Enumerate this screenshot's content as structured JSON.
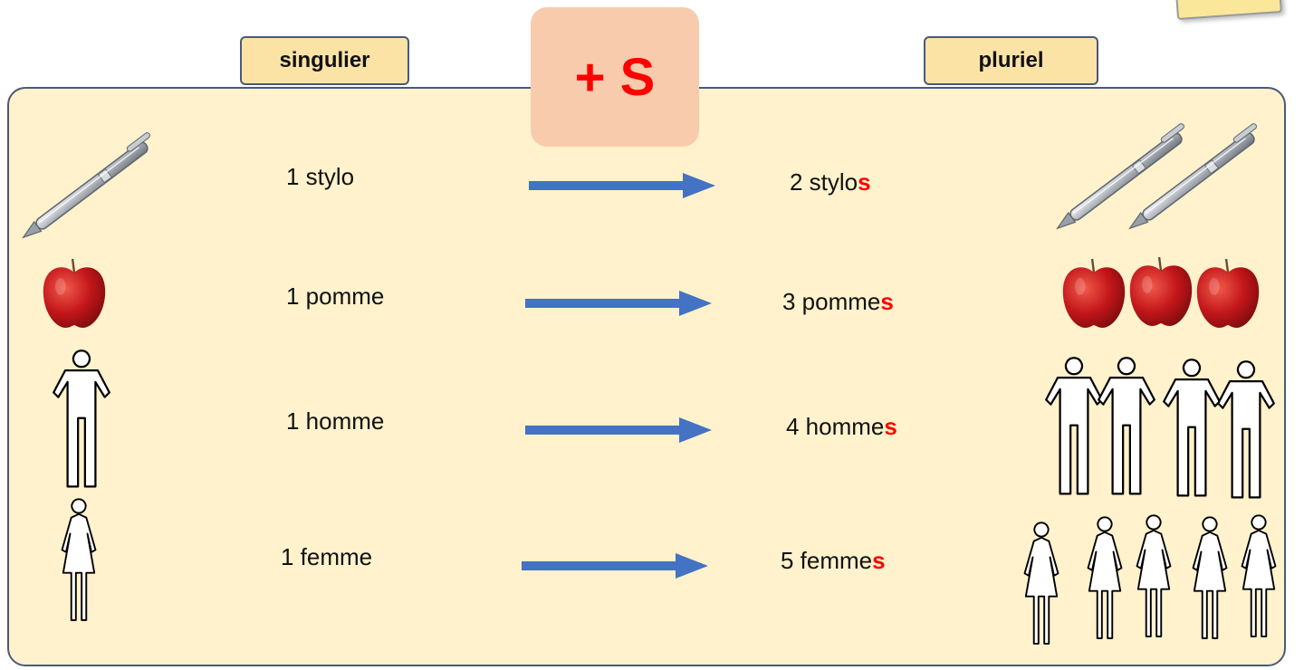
{
  "header": {
    "singular_label": "singulier",
    "plural_label": "pluriel",
    "rule_label": "+ S"
  },
  "rows": [
    {
      "singular": "1 stylo",
      "plural_stem": "2 stylo",
      "plural_ending": "s",
      "icon": "pen-icon"
    },
    {
      "singular": "1 pomme",
      "plural_stem": "3 pomme",
      "plural_ending": "s",
      "icon": "apple-icon"
    },
    {
      "singular": "1 homme",
      "plural_stem": "4 homme",
      "plural_ending": "s",
      "icon": "man-icon"
    },
    {
      "singular": "1 femme",
      "plural_stem": "5 femme",
      "plural_ending": "s",
      "icon": "woman-icon"
    }
  ],
  "colors": {
    "panel": "#fff2cc",
    "tab": "#fbe3a6",
    "rule_box": "#f8cbad",
    "accent_red": "#ff0000",
    "arrow": "#4472c4",
    "border": "#4a5a78"
  }
}
